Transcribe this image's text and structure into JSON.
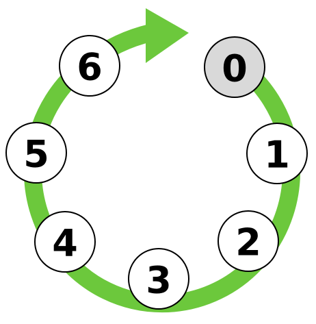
{
  "diagram": {
    "colors": {
      "ring": "#6cc83c",
      "arrow": "#6cc83c",
      "node_fill": "#ffffff",
      "node_fill_highlight": "#d9d9d9",
      "node_stroke": "#000000",
      "label": "#000000"
    },
    "nodes": [
      {
        "label": "0",
        "highlight": true
      },
      {
        "label": "1",
        "highlight": false
      },
      {
        "label": "2",
        "highlight": false
      },
      {
        "label": "3",
        "highlight": false
      },
      {
        "label": "4",
        "highlight": false
      },
      {
        "label": "5",
        "highlight": false
      },
      {
        "label": "6",
        "highlight": false
      }
    ]
  }
}
